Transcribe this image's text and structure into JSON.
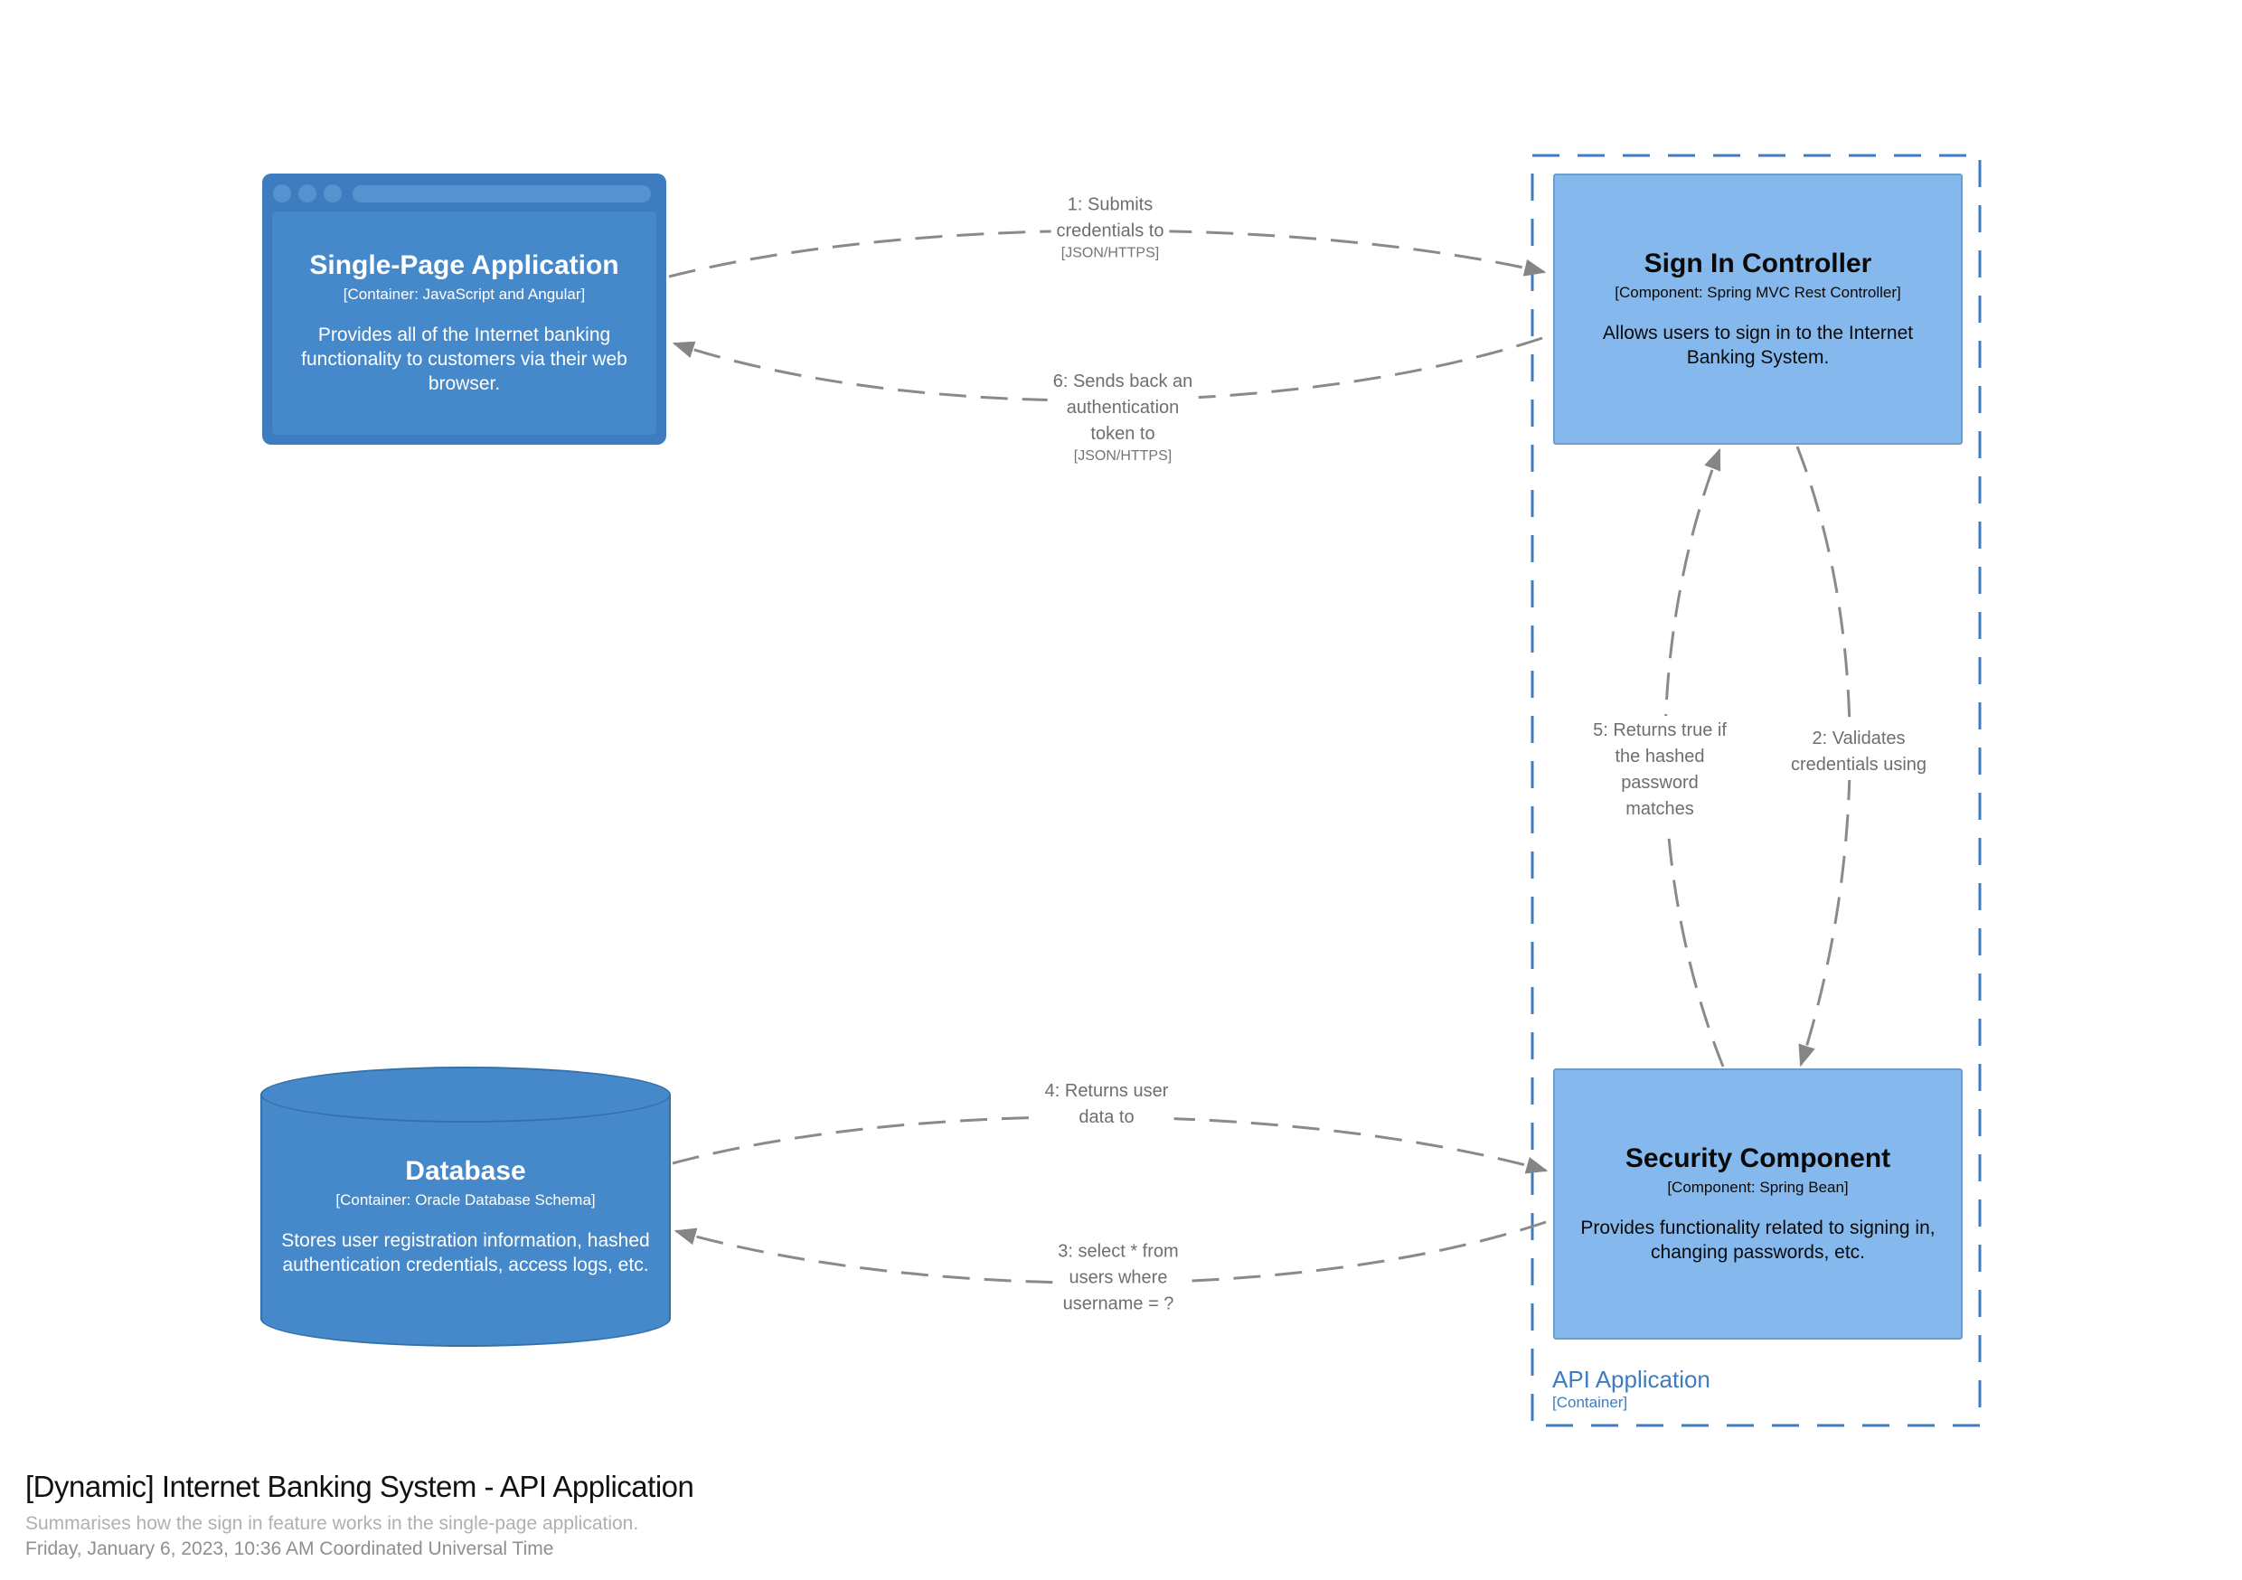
{
  "diagram": {
    "title": "[Dynamic] Internet Banking System - API Application",
    "subtitle": "Summarises how the sign in feature works in the single-page application.",
    "date": "Friday, January 6, 2023, 10:36 AM Coordinated Universal Time"
  },
  "boundary": {
    "name": "API Application",
    "meta": "[Container]"
  },
  "elements": {
    "spa": {
      "name": "Single-Page Application",
      "meta": "[Container: JavaScript and Angular]",
      "description": "Provides all of the Internet banking functionality to customers via their web browser."
    },
    "signin": {
      "name": "Sign In Controller",
      "meta": "[Component: Spring MVC Rest Controller]",
      "description": "Allows users to sign in to the Internet Banking System."
    },
    "database": {
      "name": "Database",
      "meta": "[Container: Oracle Database Schema]",
      "description": "Stores user registration information, hashed authentication credentials, access logs, etc."
    },
    "security": {
      "name": "Security Component",
      "meta": "[Component: Spring Bean]",
      "description": "Provides functionality related to signing in, changing passwords, etc."
    }
  },
  "relationships": {
    "r1": {
      "text": "1: Submits\ncredentials to",
      "tech": "[JSON/HTTPS]"
    },
    "r2": {
      "text": "2: Validates\ncredentials using"
    },
    "r3": {
      "text": "3: select * from\nusers where\nusername = ?"
    },
    "r4": {
      "text": "4: Returns user\ndata to"
    },
    "r5": {
      "text": "5: Returns true if\nthe hashed\npassword\nmatches"
    },
    "r6": {
      "text": "6: Sends back an\nauthentication\ntoken to",
      "tech": "[JSON/HTTPS]"
    }
  },
  "colors": {
    "container_fill": "#4689ca",
    "browser_chrome": "#3d7dbf",
    "browser_accent": "#5592cf",
    "component_fill": "#85b9ed",
    "component_border": "#6f9dcb",
    "boundary_blue": "#3e7cbf",
    "edge_gray": "#8a8a8a",
    "label_gray": "#6e6e6e"
  }
}
